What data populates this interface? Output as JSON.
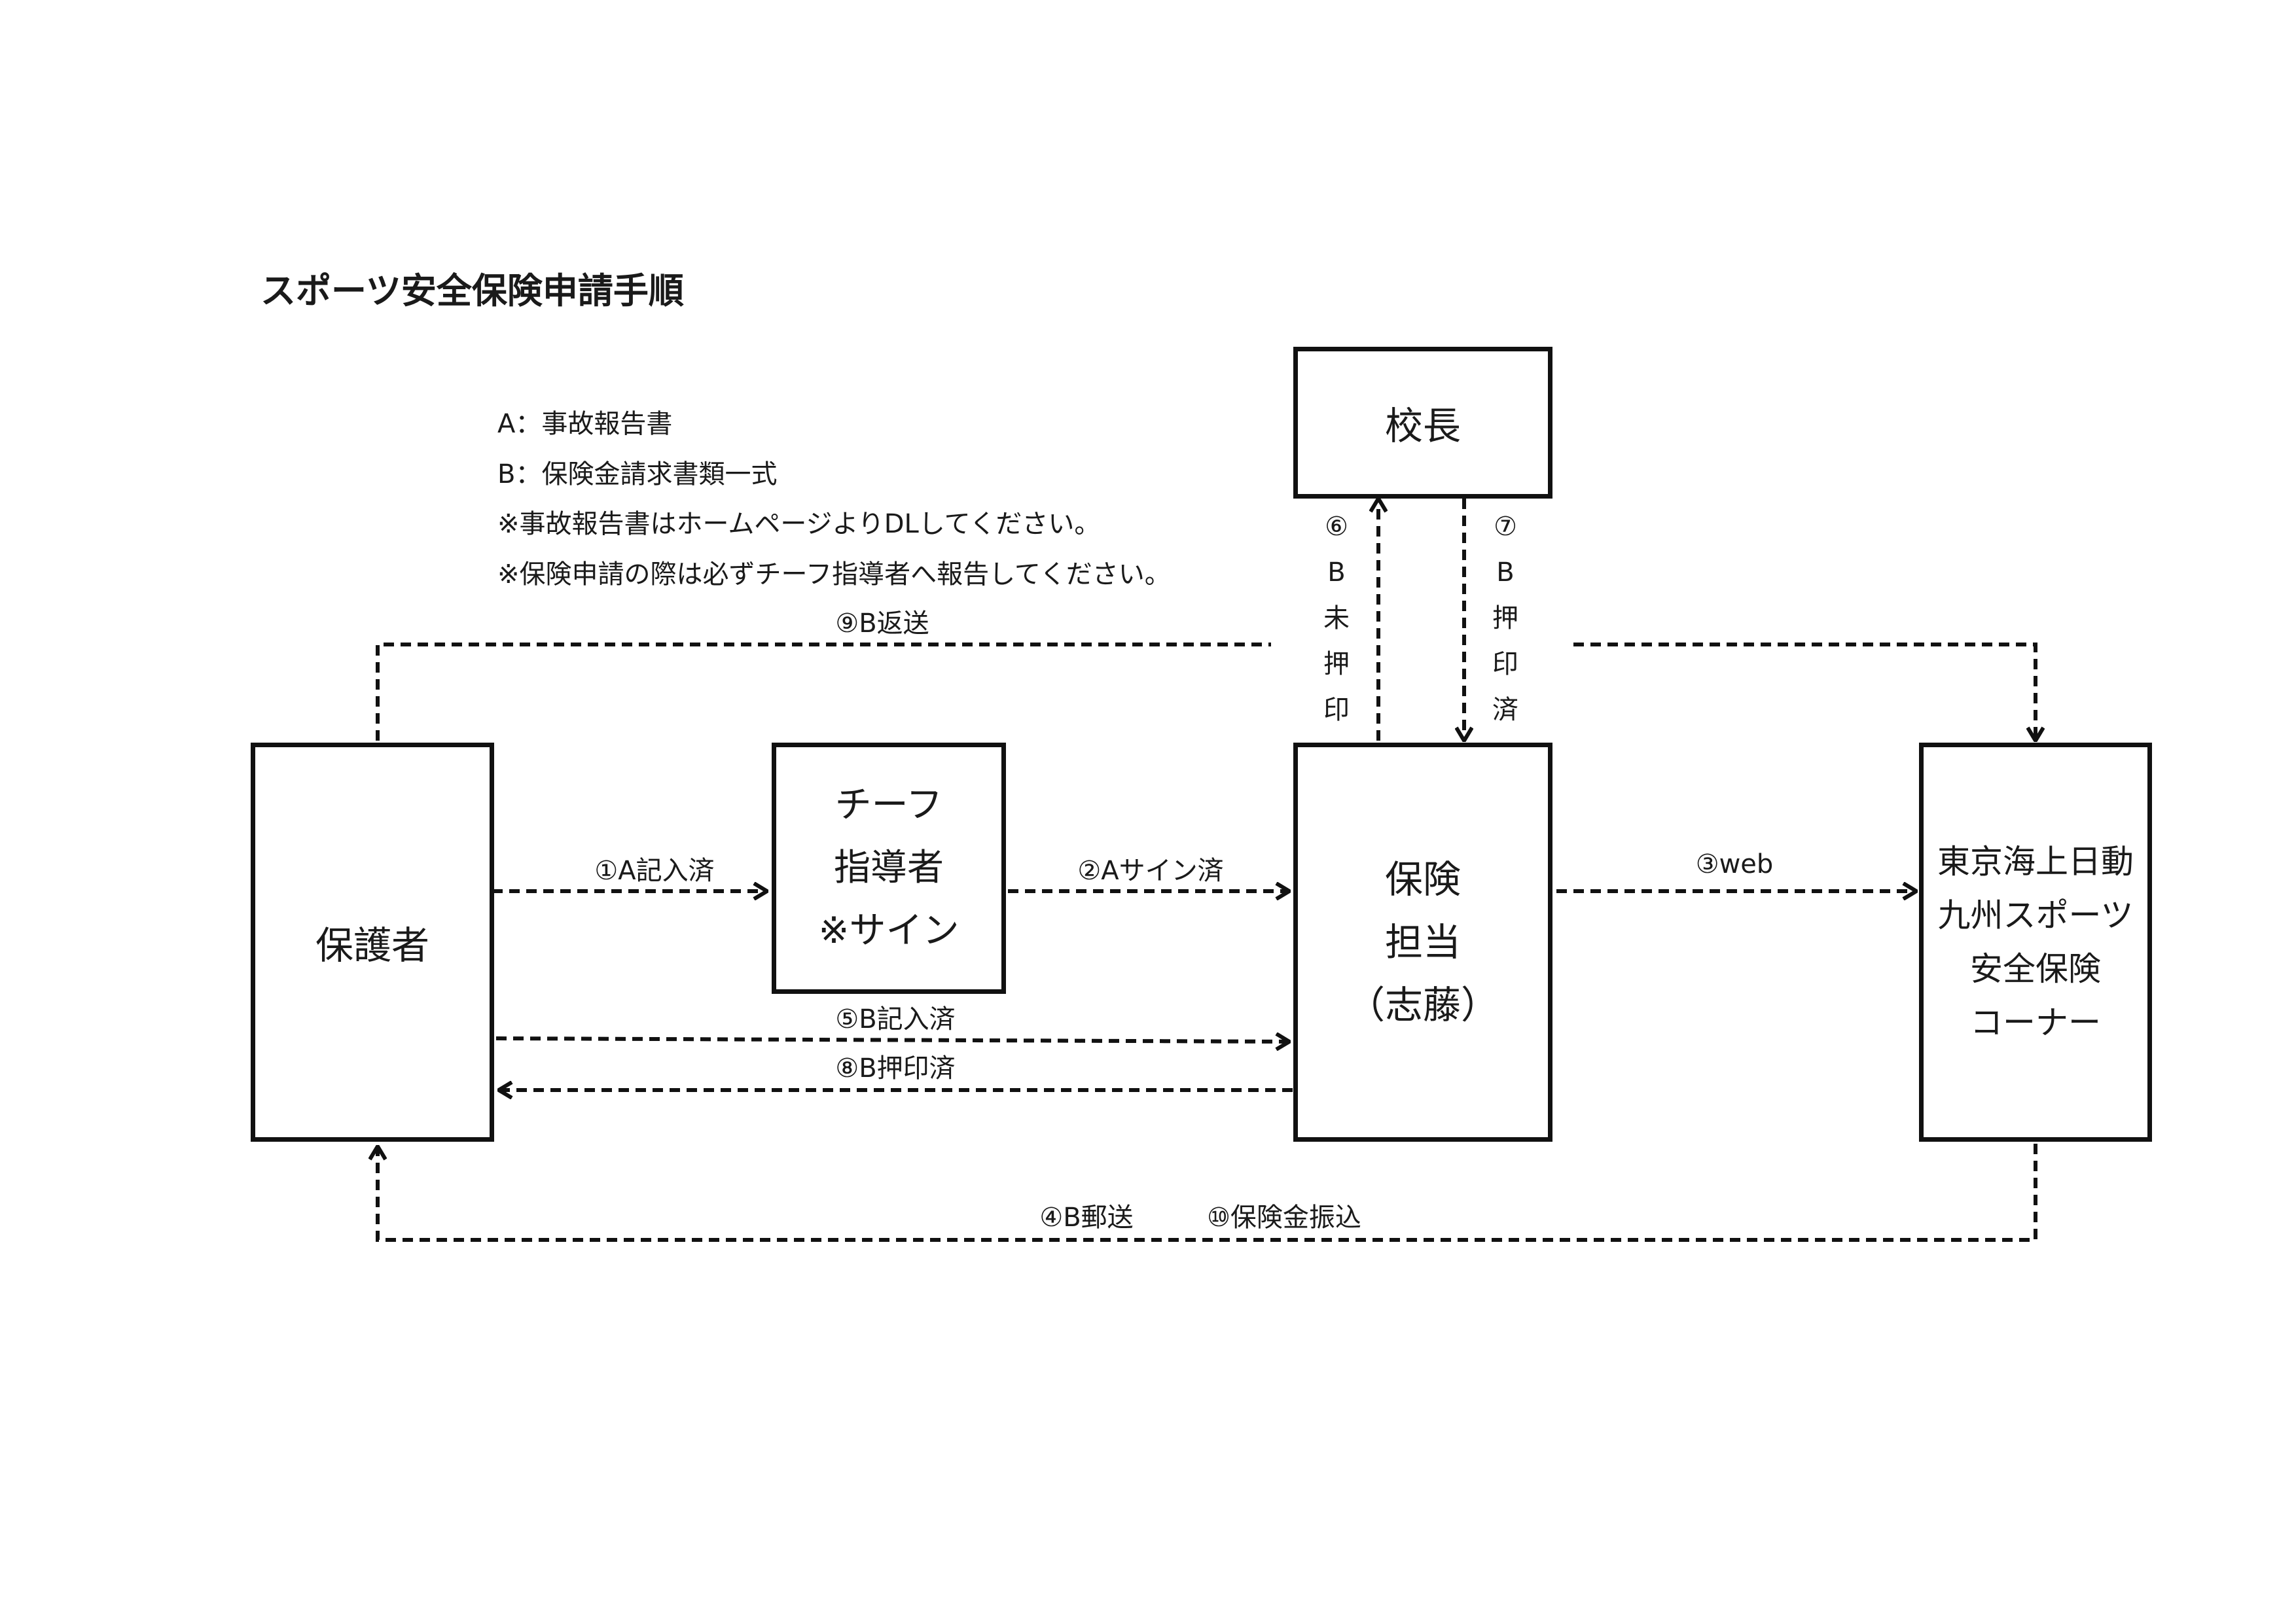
{
  "title": "スポーツ安全保険申請手順",
  "notes": [
    "A：事故報告書",
    "B：保険金請求書類一式",
    "※事故報告書はホームページよりDLしてください。",
    "※保険申請の際は必ずチーフ指導者へ報告してください。"
  ],
  "boxes": {
    "principal": {
      "lines": [
        "校長"
      ]
    },
    "guardian": {
      "lines": [
        "保護者"
      ]
    },
    "chief_coach": {
      "lines": [
        "チーフ",
        "指導者",
        "※サイン"
      ]
    },
    "insurance_officer": {
      "lines": [
        "保険",
        "担当",
        "（志藤）"
      ]
    },
    "tokio_marine": {
      "lines": [
        "東京海上日動",
        "九州スポーツ",
        "安全保険",
        "コーナー"
      ]
    }
  },
  "steps": {
    "s1": "①A記入済",
    "s2": "②Aサイン済",
    "s3": "③web",
    "s4": "④B郵送",
    "s5": "⑤B記入済",
    "s6": [
      "⑥",
      "B",
      "未",
      "押",
      "印"
    ],
    "s7": [
      "⑦",
      "B",
      "押",
      "印",
      "済"
    ],
    "s8": "⑧B押印済",
    "s9": "⑨B返送",
    "s10": "⑩保険金振込"
  }
}
